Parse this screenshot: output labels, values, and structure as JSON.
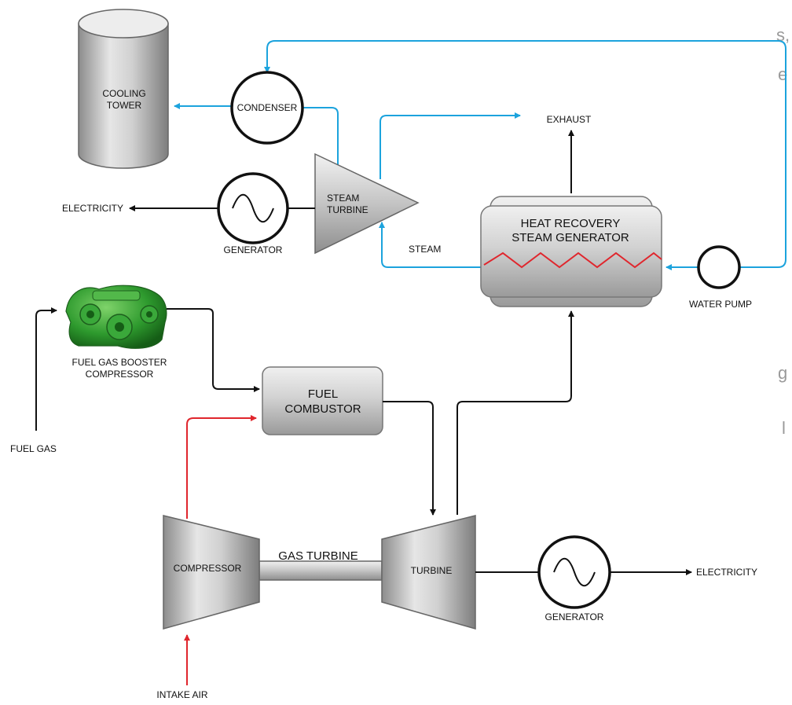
{
  "background_fragments": [
    "s,",
    "e",
    "g",
    "l"
  ],
  "labels": {
    "cooling_tower": [
      "COOLING",
      "TOWER"
    ],
    "condenser": "CONDENSER",
    "exhaust": "EXHAUST",
    "steam_turbine": [
      "STEAM",
      "TURBINE"
    ],
    "electricity_top": "ELECTRICITY",
    "generator_top": "GENERATOR",
    "steam": "STEAM",
    "hrsg": [
      "HEAT RECOVERY",
      "STEAM GENERATOR"
    ],
    "water_pump": "WATER PUMP",
    "fuel_gas_booster": [
      "FUEL GAS BOOSTER",
      "COMPRESSOR"
    ],
    "fuel_combustor": [
      "FUEL",
      "COMBUSTOR"
    ],
    "fuel_gas": "FUEL GAS",
    "gas_turbine": "GAS TURBINE",
    "compressor": "COMPRESSOR",
    "turbine": "TURBINE",
    "generator_bottom": "GENERATOR",
    "electricity_bottom": "ELECTRICITY",
    "intake_air": "INTAKE AIR"
  },
  "colors": {
    "water_loop": "#1ca3dd",
    "air_flow": "#e0262d",
    "flow": "#111111",
    "zigzag": "#e0262d"
  }
}
